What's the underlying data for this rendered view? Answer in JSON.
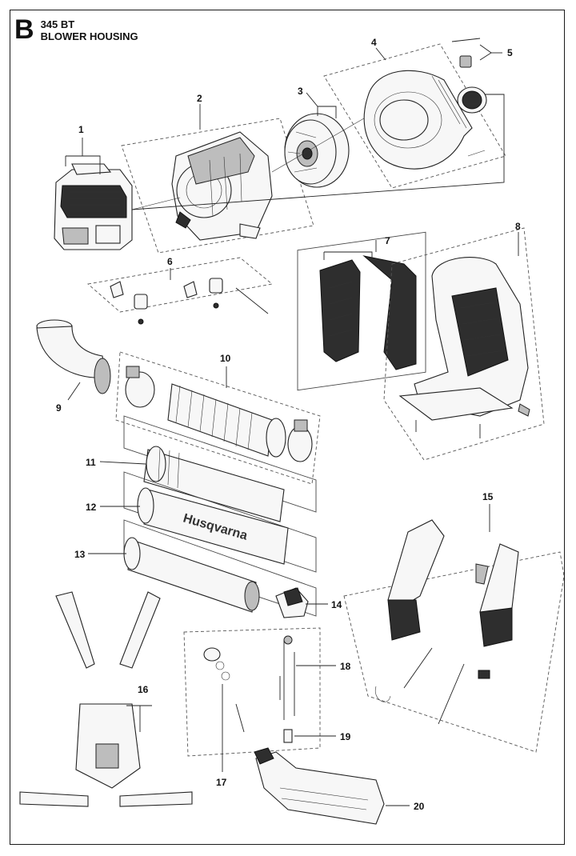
{
  "header": {
    "section_letter": "B",
    "model": "345 BT",
    "section_title": "BLOWER HOUSING"
  },
  "brand_text": "Husqvarna",
  "callouts": [
    {
      "id": "1",
      "label": "1"
    },
    {
      "id": "2",
      "label": "2"
    },
    {
      "id": "3",
      "label": "3"
    },
    {
      "id": "4",
      "label": "4"
    },
    {
      "id": "5",
      "label": "5"
    },
    {
      "id": "6",
      "label": "6"
    },
    {
      "id": "7",
      "label": "7"
    },
    {
      "id": "8",
      "label": "8"
    },
    {
      "id": "9",
      "label": "9"
    },
    {
      "id": "10",
      "label": "10"
    },
    {
      "id": "11",
      "label": "11"
    },
    {
      "id": "12",
      "label": "12"
    },
    {
      "id": "13",
      "label": "13"
    },
    {
      "id": "14",
      "label": "14"
    },
    {
      "id": "15",
      "label": "15"
    },
    {
      "id": "16",
      "label": "16"
    },
    {
      "id": "17",
      "label": "17"
    },
    {
      "id": "18",
      "label": "18"
    },
    {
      "id": "19",
      "label": "19"
    },
    {
      "id": "20",
      "label": "20"
    }
  ]
}
